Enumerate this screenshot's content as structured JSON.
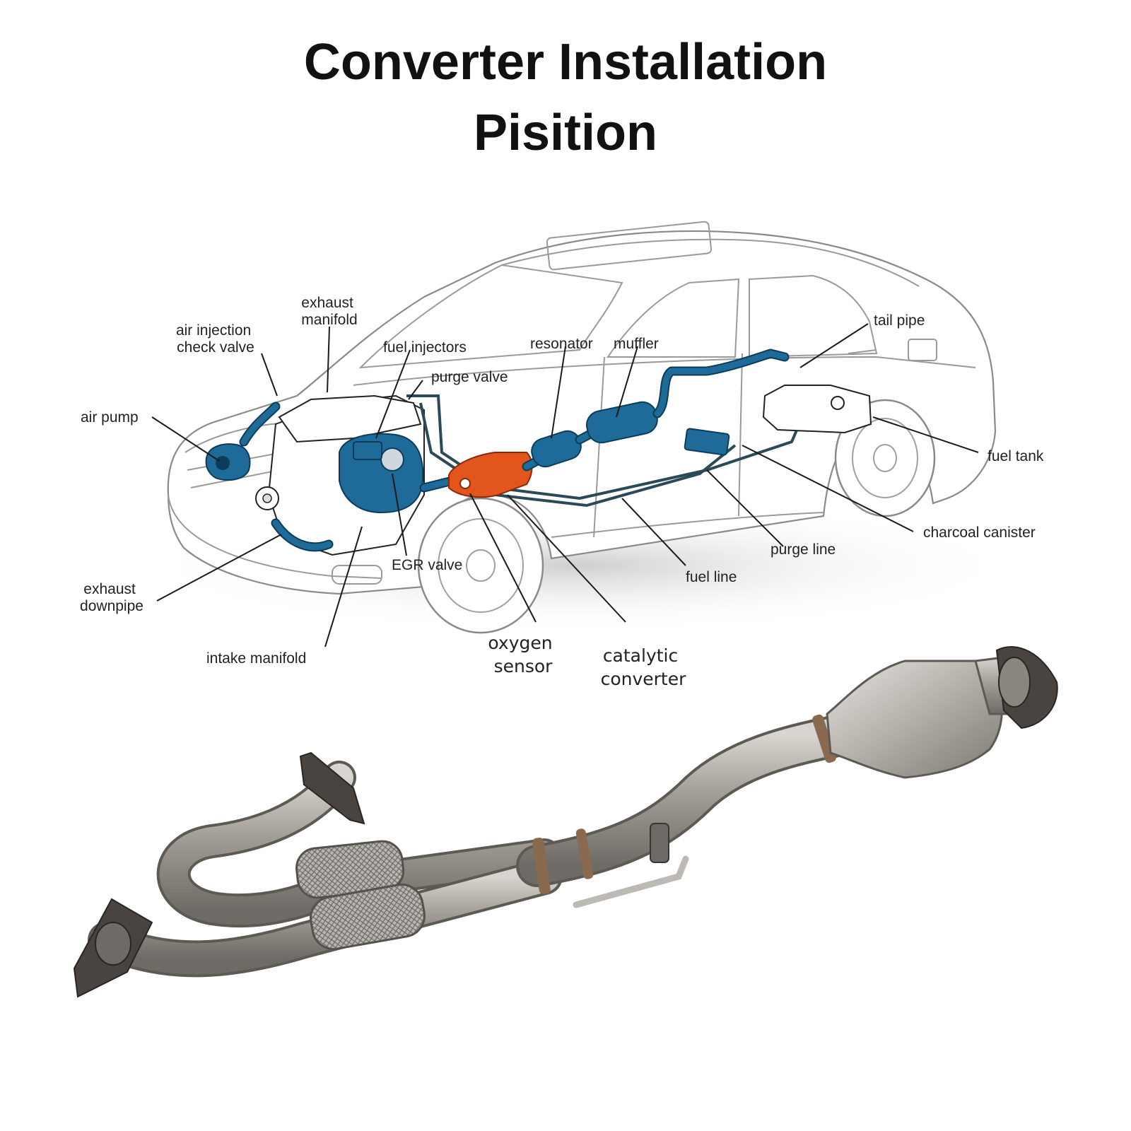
{
  "title": {
    "line1": "Converter Installation",
    "line2": "Pisition"
  },
  "labels": {
    "exhaust_manifold": [
      "exhaust",
      "manifold"
    ],
    "air_injection_check_valve": [
      "air injection",
      "check valve"
    ],
    "fuel_injectors": "fuel injectors",
    "purge_valve": "purge valve",
    "resonator": "resonator",
    "muffler": "muffler",
    "tail_pipe": "tail pipe",
    "air_pump": "air pump",
    "fuel_tank": "fuel tank",
    "charcoal_canister": "charcoal canister",
    "purge_line": "purge line",
    "fuel_line": "fuel line",
    "egr_valve": "EGR valve",
    "exhaust_downpipe": [
      "exhaust",
      "downpipe"
    ],
    "intake_manifold": "intake manifold",
    "oxygen_sensor": [
      "oxygen",
      "sensor"
    ],
    "catalytic_converter": [
      "catalytic",
      "converter"
    ]
  },
  "colors": {
    "system_blue": "#1e6b9a",
    "converter_orange": "#e2561e",
    "pipe_steel": "#a8a39c"
  }
}
